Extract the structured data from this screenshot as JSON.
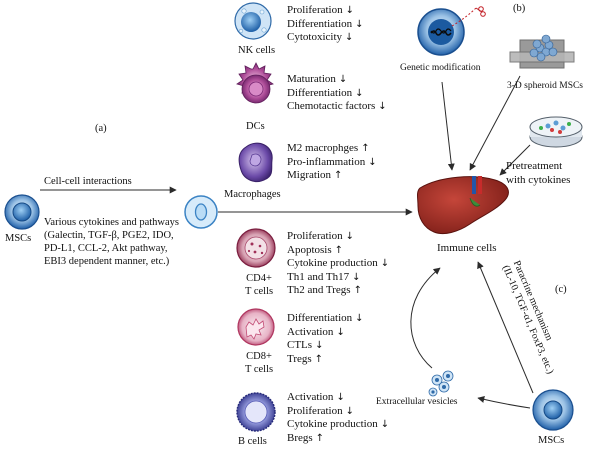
{
  "panel_labels": {
    "a": "(a)",
    "b": "(b)",
    "c": "(c)"
  },
  "left": {
    "msc_label": "MSCs",
    "arrow_top_text": "Cell-cell interactions",
    "pathway_lines": [
      "Various cytokines and pathways",
      "(Galectin, TGF-β, PGE2, IDO,",
      "PD-L1, CCL-2, Akt pathway,",
      "EBI3 dependent manner, etc.)"
    ]
  },
  "cells": [
    {
      "name": "NK cells",
      "effects": [
        {
          "text": "Proliferation",
          "dir": "↓"
        },
        {
          "text": "Differentiation",
          "dir": "↓"
        },
        {
          "text": "Cytotoxicity",
          "dir": "↓"
        }
      ]
    },
    {
      "name": "DCs",
      "effects": [
        {
          "text": "Maturation",
          "dir": "↓"
        },
        {
          "text": "Differentiation",
          "dir": "↓"
        },
        {
          "text": "Chemotactic factors",
          "dir": "↓"
        }
      ]
    },
    {
      "name": "Macrophages",
      "effects": [
        {
          "text": "M2 macrophges",
          "dir": "↑"
        },
        {
          "text": "Pro-inflammation",
          "dir": "↓"
        },
        {
          "text": "Migration",
          "dir": "↑"
        }
      ]
    },
    {
      "name_lines": [
        "CD4+",
        "T cells"
      ],
      "effects": [
        {
          "text": "Proliferation",
          "dir": "↓"
        },
        {
          "text": "Apoptosis",
          "dir": "↑"
        },
        {
          "text": "Cytokine production",
          "dir": "↓"
        },
        {
          "text": "Th1 and Th17",
          "dir": "↓"
        },
        {
          "text": "Th2 and Tregs",
          "dir": "↑"
        }
      ]
    },
    {
      "name_lines": [
        "CD8+",
        "T cells"
      ],
      "effects": [
        {
          "text": "Differentiation",
          "dir": "↓"
        },
        {
          "text": "Activation",
          "dir": "↓"
        },
        {
          "text": "CTLs",
          "dir": "↓"
        },
        {
          "text": "Tregs",
          "dir": "↑"
        }
      ]
    },
    {
      "name": "B cells",
      "effects": [
        {
          "text": "Activation",
          "dir": "↓"
        },
        {
          "text": "Proliferation",
          "dir": "↓"
        },
        {
          "text": "Cytokine production",
          "dir": "↓"
        },
        {
          "text": "Bregs",
          "dir": "↑"
        }
      ]
    }
  ],
  "right": {
    "genetic_modification": "Genetic modification",
    "spheroid": "3-D spheroid MSCs",
    "pretreatment_lines": [
      "Pretreatment",
      "with cytokines"
    ],
    "immune_cells": "Immune cells",
    "paracrine_lines": [
      "Paracrine mechanism",
      "(IL-10, TGF-α1, FoxP3, etc.)"
    ],
    "extracellular_vesicles": "Extracellular vesicles",
    "msc_label": "MSCs"
  },
  "colors": {
    "msc_blue": "#2a6fb5",
    "liver": "#9c2a22",
    "arrow": "#2b2b2b"
  }
}
